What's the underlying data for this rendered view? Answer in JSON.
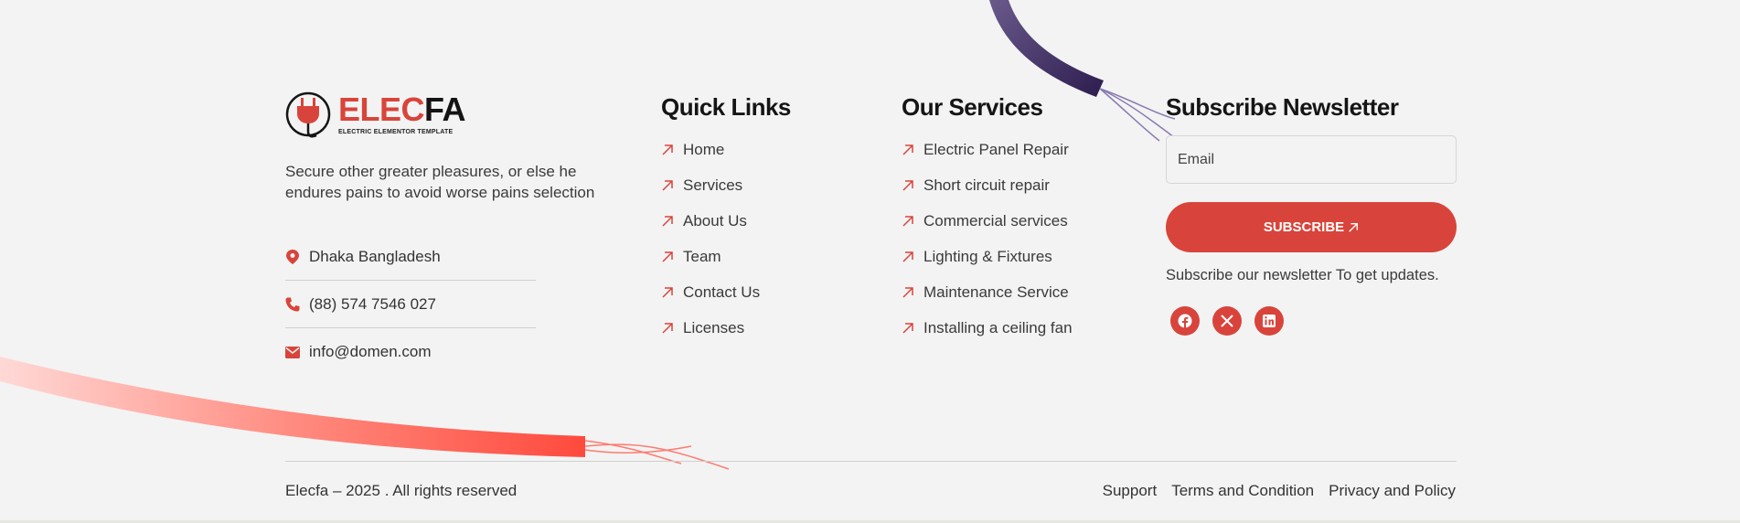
{
  "brand": {
    "name_part1": "ELEC",
    "name_part2": "FA",
    "tagline": "ELECTRIC ELEMENTOR TEMPLATE"
  },
  "about": {
    "text": "Secure other greater pleasures, or else he endures pains to avoid worse pains selection"
  },
  "contact": {
    "address": "Dhaka Bangladesh",
    "phone": "(88) 574 7546 027",
    "email": "info@domen.com"
  },
  "quick_links": {
    "title": "Quick Links",
    "items": [
      {
        "label": "Home"
      },
      {
        "label": "Services"
      },
      {
        "label": "About Us"
      },
      {
        "label": "Team"
      },
      {
        "label": "Contact Us"
      },
      {
        "label": "Licenses"
      }
    ]
  },
  "services": {
    "title": "Our Services",
    "items": [
      {
        "label": "Electric Panel Repair"
      },
      {
        "label": "Short circuit repair"
      },
      {
        "label": "Commercial services"
      },
      {
        "label": "Lighting & Fixtures"
      },
      {
        "label": "Maintenance Service"
      },
      {
        "label": "Installing a ceiling fan"
      }
    ]
  },
  "newsletter": {
    "title": "Subscribe Newsletter",
    "email_placeholder": "Email",
    "button_label": "SUBSCRIBE",
    "note": "Subscribe our newsletter To get updates.",
    "socials": [
      "facebook-icon",
      "x-icon",
      "linkedin-icon"
    ]
  },
  "bottom": {
    "copyright": "Elecfa – 2025 . All rights reserved",
    "links": [
      {
        "label": "Support"
      },
      {
        "label": "Terms and Condition"
      },
      {
        "label": "Privacy and Policy"
      }
    ]
  },
  "colors": {
    "accent": "#d8443b",
    "background": "#f3f3f3",
    "heading": "#151515",
    "purple_wire": "#3a2a5c"
  }
}
